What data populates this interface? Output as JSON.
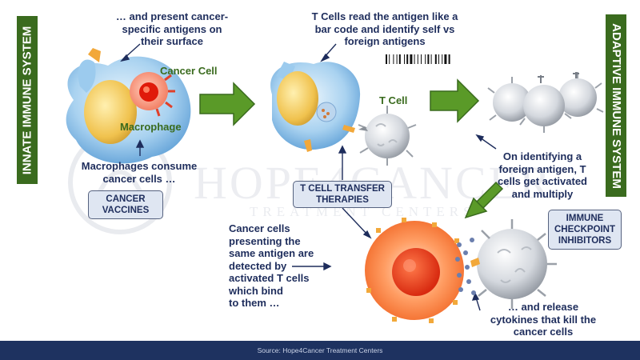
{
  "labels": {
    "innate": "INNATE IMMUNE SYSTEM",
    "adaptive": "ADAPTIVE IMMUNE SYSTEM"
  },
  "captions": {
    "present_antigens": "… and present cancer-\nspecific antigens on\ntheir surface",
    "read_antigen": "T Cells read the antigen like a\nbar code and identify self vs\nforeign antigens",
    "consume": "Macrophages consume\ncancer cells …",
    "activated": "On identifying a\nforeign antigen, T\ncells get activated\nand multiply",
    "detected": "Cancer cells\npresenting the\nsame antigen are\ndetected by\nactivated T cells\nwhich bind\nto them …",
    "release": "… and release\ncytokines that kill the\ncancer cells"
  },
  "cell_labels": {
    "cancer_cell": "Cancer Cell",
    "macrophage": "Macrophage",
    "t_cell": "T Cell"
  },
  "boxes": {
    "cancer_vaccines": "CANCER\nVACCINES",
    "t_cell_transfer": "T CELL TRANSFER\nTHERAPIES",
    "checkpoint": "IMMUNE\nCHECKPOINT\nINHIBITORS"
  },
  "watermark": {
    "brand": "HOPE4CANCER",
    "sub": "TREATMENT CENTERS"
  },
  "footer": {
    "source": "Source: Hope4Cancer Treatment Centers"
  },
  "colors": {
    "green_label": "#3a6b1e",
    "arrow_green": "#5a9a28",
    "caption_navy": "#1e2d5c",
    "box_fill": "#dfe6f2",
    "footer_bg": "#1e3260"
  }
}
